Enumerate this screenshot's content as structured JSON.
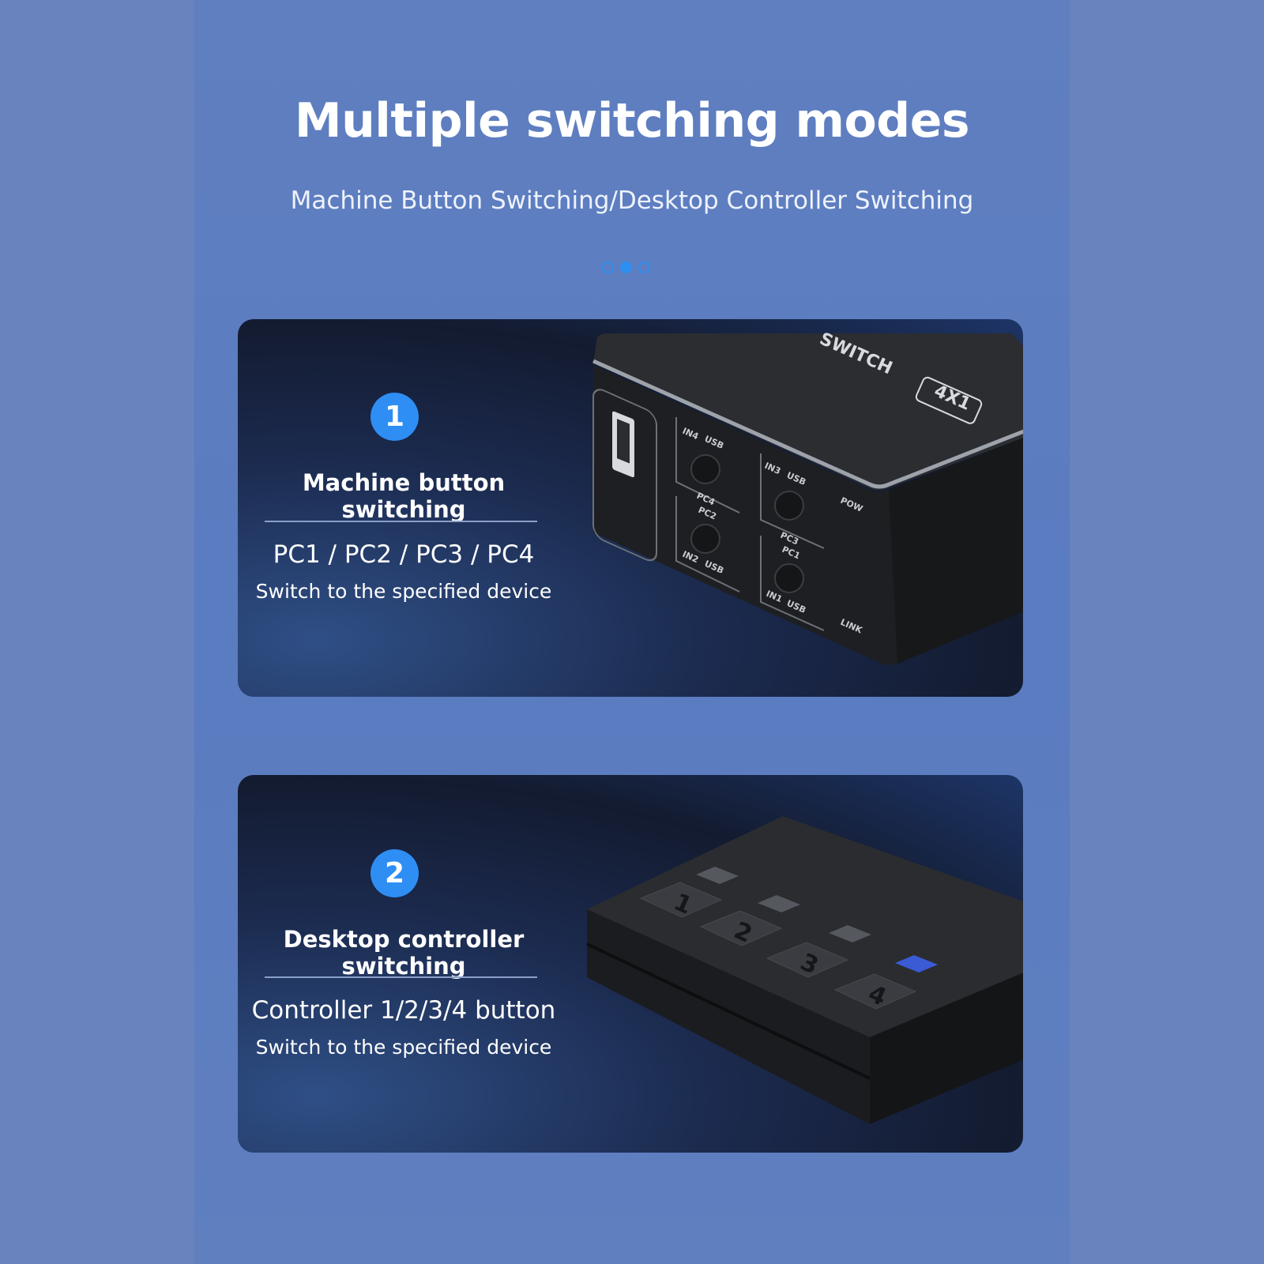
{
  "header": {
    "title": "Multiple switching modes",
    "subtitle": "Machine Button Switching/Desktop Controller Switching"
  },
  "pager": {
    "count": 3,
    "active_index": 1
  },
  "modes": [
    {
      "number": "1",
      "heading": "Machine button switching",
      "line1": "PC1 / PC2 / PC3 / PC4",
      "line2": "Switch to the specified device",
      "device": {
        "brand_text": "SWITCH",
        "model_text": "4X1",
        "ports": [
          "IN4",
          "USB",
          "IN3",
          "USB",
          "IN2",
          "USB",
          "IN1",
          "USB"
        ],
        "button_labels": [
          "PC4",
          "PC2",
          "PC3",
          "PC1"
        ],
        "indicators": [
          "POW",
          "LINK"
        ]
      }
    },
    {
      "number": "2",
      "heading": "Desktop controller switching",
      "line1": "Controller 1/2/3/4 button",
      "line2": "Switch to the specified device",
      "device": {
        "keys": [
          "1",
          "2",
          "3",
          "4"
        ]
      }
    }
  ],
  "colors": {
    "accent": "#2e8ef3",
    "active_led": "#3b5bd6",
    "background": "#5f7fc0"
  }
}
